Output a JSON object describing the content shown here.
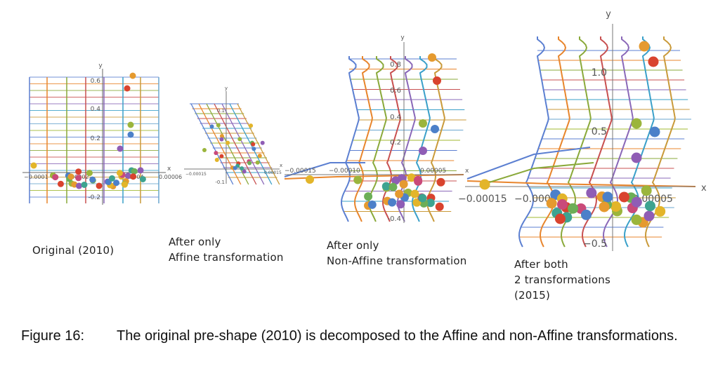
{
  "panels": [
    {
      "label": "Original (2010)",
      "axis": {
        "x_name": "x",
        "y_name": "y",
        "y_ticks": [
          "0.6",
          "0.4",
          "0.2",
          "-0.2"
        ],
        "x_ticks": [
          "−0.0001",
          "0.00002",
          "0.00004",
          "0.00006"
        ]
      }
    },
    {
      "label": "After only\nAffine transformation",
      "axis": {
        "x_name": "x",
        "y_name": "y",
        "y_ticks": [
          "0.1",
          "-0.1"
        ],
        "x_ticks": [
          "−0.00015",
          "0.00015"
        ]
      }
    },
    {
      "label": "After only\nNon-Affine transformation",
      "axis": {
        "x_name": "x",
        "y_name": "y",
        "y_ticks": [
          "0.8",
          "0.6",
          "0.4",
          "0.2",
          "-0.4"
        ],
        "x_ticks": [
          "−0.00015",
          "−0.00010",
          "0.00005"
        ]
      }
    },
    {
      "label": "After both\n2 transformations\n(2015)",
      "axis": {
        "x_name": "x",
        "y_name": "y",
        "y_ticks": [
          "1.0",
          "0.5",
          "−0.5"
        ],
        "x_ticks": [
          "−0.00015",
          "−0.00010",
          "0.00005"
        ]
      }
    }
  ],
  "caption": {
    "number": "Figure 16:",
    "text": "The original pre-shape (2010) is decomposed to the Affine and non-Affine transformations."
  },
  "colors": {
    "series": [
      "#5b7fd1",
      "#e8852c",
      "#8aa93a",
      "#c85050",
      "#8a68b8",
      "#3aa0c9",
      "#c99a3a",
      "#6aa6cf",
      "#a0b830"
    ],
    "dots": [
      "#e59a2f",
      "#d9432e",
      "#9bb53c",
      "#4c80c9",
      "#8f5db5",
      "#e3b52a",
      "#3da390",
      "#c94a7a",
      "#6cae57"
    ]
  }
}
